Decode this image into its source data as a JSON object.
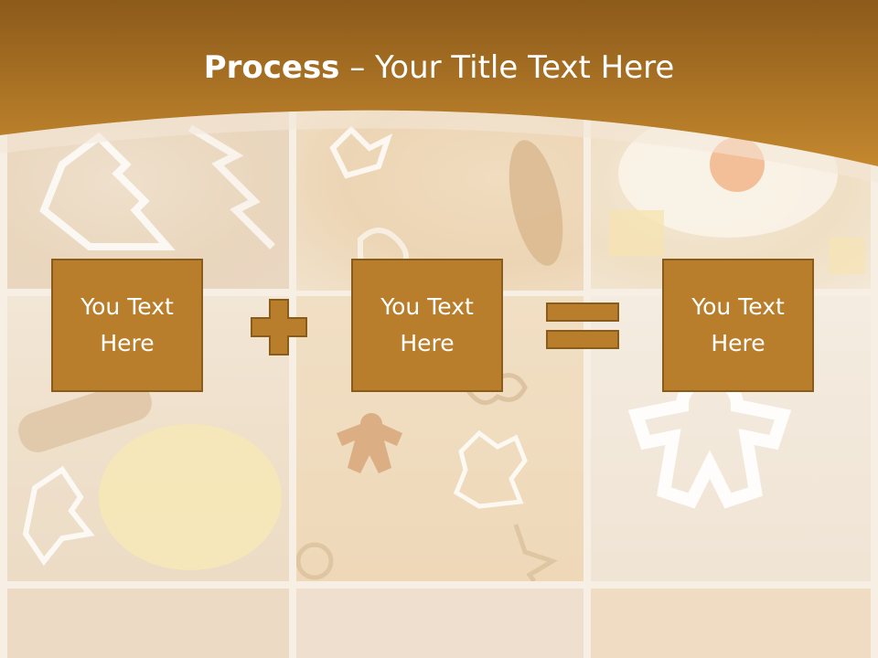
{
  "title": {
    "bold": "Process",
    "rest": " – Your Title Text Here"
  },
  "process": {
    "items": [
      {
        "label": "You Text Here"
      },
      {
        "label": "You Text Here"
      },
      {
        "label": "You Text Here"
      }
    ],
    "operators": [
      "plus-icon",
      "equals-icon"
    ]
  },
  "colors": {
    "header_dark": "#8c5a1a",
    "header_mid": "#c4882e",
    "box_fill": "#b97e2c",
    "box_border": "#8a5c1c",
    "text": "#ffffff"
  }
}
